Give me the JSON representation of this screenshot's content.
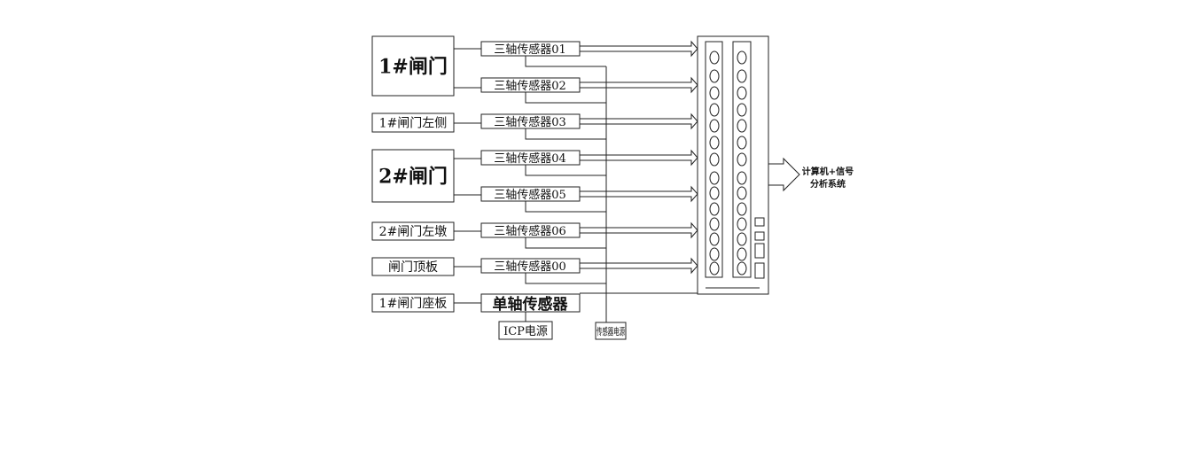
{
  "sources": [
    {
      "label": "1#闸门",
      "big": true
    },
    {
      "label": "1#闸门左侧"
    },
    {
      "label": "2#闸门",
      "big": true
    },
    {
      "label": "2#闸门左墩"
    },
    {
      "label": "闸门顶板"
    },
    {
      "label": "1#闸门座板"
    }
  ],
  "sensors": [
    "三轴传感器01",
    "三轴传感器02",
    "三轴传感器03",
    "三轴传感器04",
    "三轴传感器05",
    "三轴传感器06",
    "三轴传感器00"
  ],
  "single_sensor": "单轴传感器",
  "icp_power": "ICP电源",
  "sensor_power": "传感器电源",
  "output": {
    "line1": "计算机+信号",
    "line2": "分析系统"
  }
}
